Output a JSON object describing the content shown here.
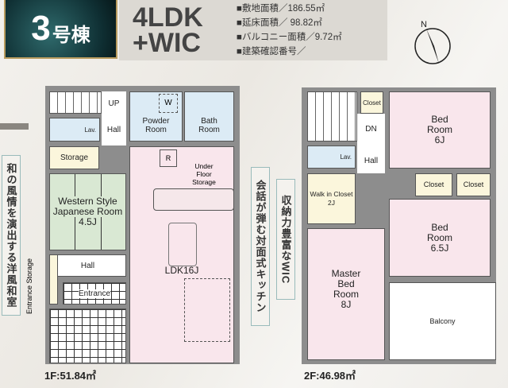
{
  "header": {
    "building_number": "3",
    "building_suffix": "号棟",
    "layout_line1": "4LDK",
    "layout_line2": "+WIC",
    "specs": [
      "■敷地面積／186.55㎡",
      "■延床面積／ 98.82㎡",
      "■バルコニー面積／9.72㎡",
      "■建築確認番号／"
    ],
    "compass_label": "N"
  },
  "floor1": {
    "label": "1F:51.84㎡",
    "rooms": {
      "up": "UP",
      "lav": "Lav.",
      "hall_top": "Hall",
      "powder": "Powder Room",
      "washer": "W",
      "bath": "Bath Room",
      "storage": "Storage",
      "refrigerator": "R",
      "underfloor": "Under Floor Storage",
      "japanese": "Western Style Japanese Room",
      "japanese_size": "4.5J",
      "ldk": "LDK16J",
      "hall_bottom": "Hall",
      "entrance": "Entrance",
      "entrance_storage": "Entrance Storage"
    }
  },
  "floor2": {
    "label": "2F:46.98㎡",
    "rooms": {
      "closet_small": "Closet",
      "dn": "DN",
      "lav": "Lav.",
      "hall": "Hall",
      "bed1": "Bed Room",
      "bed1_size": "6J",
      "closet1": "Closet",
      "closet2": "Closet",
      "bed2": "Bed Room",
      "bed2_size": "6.5J",
      "wic": "Walk in Closet",
      "wic_size": "2J",
      "master": "Master Bed Room",
      "master_size": "8J",
      "balcony": "Balcony"
    }
  },
  "callouts": {
    "japanese_room": "和の風情を演出する洋風和室",
    "kitchen": "会話が弾む対面式キッチン",
    "wic": "収納力豊富なWIC"
  },
  "colors": {
    "badge": "#0f2f33",
    "wet_area": "#dcebf5",
    "living": "#f9e6ec",
    "storage": "#fbf6dc",
    "tatami": "#d9e8d3"
  }
}
